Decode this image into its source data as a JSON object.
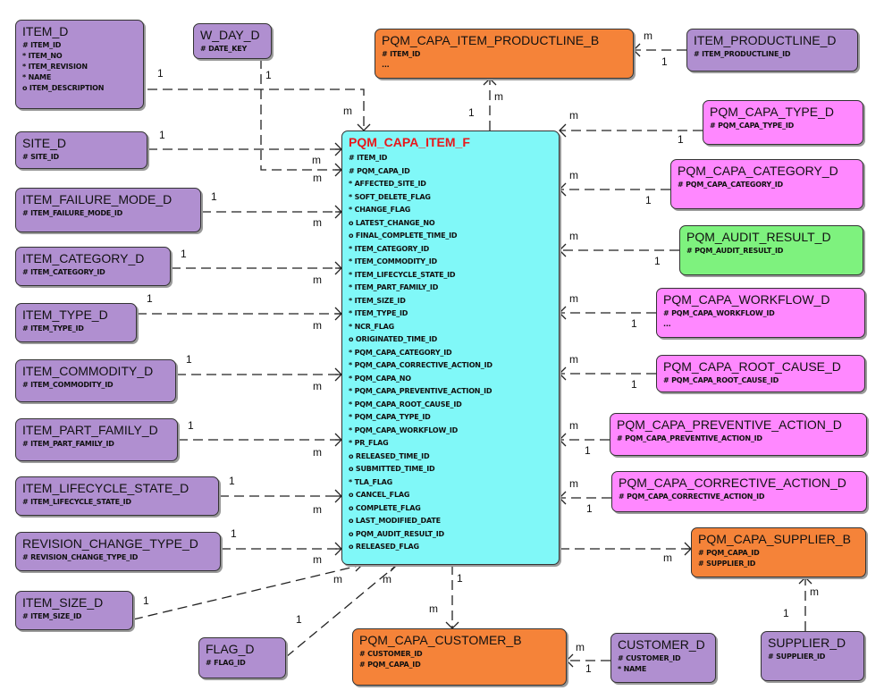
{
  "colors": {
    "dimension": "#b08fd0",
    "bridge": "#f58339",
    "hub_dimension": "#ff88ff",
    "audit_dimension": "#7ef27e",
    "fact": "#80f8f8",
    "fact_title": "#e8171b",
    "line": "#222222"
  },
  "entities": [
    {
      "id": "item_d",
      "kind": "dimension",
      "title": "ITEM_D",
      "attrs": [
        "# ITEM_ID",
        "* ITEM_NO",
        "* ITEM_REVISION",
        "* NAME",
        "o ITEM_DESCRIPTION"
      ]
    },
    {
      "id": "w_day_d",
      "kind": "dimension",
      "title": "W_DAY_D",
      "attrs": [
        "# DATE_KEY"
      ]
    },
    {
      "id": "site_d",
      "kind": "dimension",
      "title": "SITE_D",
      "attrs": [
        "# SITE_ID"
      ]
    },
    {
      "id": "item_failure_mode_d",
      "kind": "dimension",
      "title": "ITEM_FAILURE_MODE_D",
      "attrs": [
        "# ITEM_FAILURE_MODE_ID"
      ]
    },
    {
      "id": "item_category_d",
      "kind": "dimension",
      "title": "ITEM_CATEGORY_D",
      "attrs": [
        "# ITEM_CATEGORY_ID"
      ]
    },
    {
      "id": "item_type_d",
      "kind": "dimension",
      "title": "ITEM_TYPE_D",
      "attrs": [
        "# ITEM_TYPE_ID"
      ]
    },
    {
      "id": "item_commodity_d",
      "kind": "dimension",
      "title": "ITEM_COMMODITY_D",
      "attrs": [
        "# ITEM_COMMODITY_ID"
      ]
    },
    {
      "id": "item_part_family_d",
      "kind": "dimension",
      "title": "ITEM_PART_FAMILY_D",
      "attrs": [
        "# ITEM_PART_FAMILY_ID"
      ]
    },
    {
      "id": "item_lifecycle_state_d",
      "kind": "dimension",
      "title": "ITEM_LIFECYCLE_STATE_D",
      "attrs": [
        "# ITEM_LIFECYCLE_STATE_ID"
      ]
    },
    {
      "id": "revision_change_type_d",
      "kind": "dimension",
      "title": "REVISION_CHANGE_TYPE_D",
      "attrs": [
        "# REVISION_CHANGE_TYPE_ID"
      ]
    },
    {
      "id": "item_size_d",
      "kind": "dimension",
      "title": "ITEM_SIZE_D",
      "attrs": [
        "# ITEM_SIZE_ID"
      ]
    },
    {
      "id": "flag_d",
      "kind": "dimension",
      "title": "FLAG_D",
      "attrs": [
        "# FLAG_ID"
      ]
    },
    {
      "id": "pqm_capa_item_productline_b",
      "kind": "bridge",
      "title": "PQM_CAPA_ITEM_PRODUCTLINE_B",
      "attrs": [
        "# ITEM_ID",
        "..."
      ]
    },
    {
      "id": "item_productline_d",
      "kind": "dimension",
      "title": "ITEM_PRODUCTLINE_D",
      "attrs": [
        "# ITEM_PRODUCTLINE_ID"
      ]
    },
    {
      "id": "pqm_capa_type_d",
      "kind": "hub_dimension",
      "title": "PQM_CAPA_TYPE_D",
      "attrs": [
        "# PQM_CAPA_TYPE_ID"
      ]
    },
    {
      "id": "pqm_capa_category_d",
      "kind": "hub_dimension",
      "title": "PQM_CAPA_CATEGORY_D",
      "attrs": [
        "# PQM_CAPA_CATEGORY_ID"
      ]
    },
    {
      "id": "pqm_audit_result_d",
      "kind": "audit_dimension",
      "title": "PQM_AUDIT_RESULT_D",
      "attrs": [
        "# PQM_AUDIT_RESULT_ID"
      ]
    },
    {
      "id": "pqm_capa_workflow_d",
      "kind": "hub_dimension",
      "title": "PQM_CAPA_WORKFLOW_D",
      "attrs": [
        "# PQM_CAPA_WORKFLOW_ID",
        "..."
      ]
    },
    {
      "id": "pqm_capa_root_cause_d",
      "kind": "hub_dimension",
      "title": "PQM_CAPA_ROOT_CAUSE_D",
      "attrs": [
        "# PQM_CAPA_ROOT_CAUSE_ID"
      ]
    },
    {
      "id": "pqm_capa_preventive_action_d",
      "kind": "hub_dimension",
      "title": "PQM_CAPA_PREVENTIVE_ACTION_D",
      "attrs": [
        "# PQM_CAPA_PREVENTIVE_ACTION_ID"
      ]
    },
    {
      "id": "pqm_capa_corrective_action_d",
      "kind": "hub_dimension",
      "title": "PQM_CAPA_CORRECTIVE_ACTION_D",
      "attrs": [
        "# PQM_CAPA_CORRECTIVE_ACTION_ID"
      ]
    },
    {
      "id": "pqm_capa_supplier_b",
      "kind": "bridge",
      "title": "PQM_CAPA_SUPPLIER_B",
      "attrs": [
        "# PQM_CAPA_ID",
        "# SUPPLIER_ID"
      ]
    },
    {
      "id": "supplier_d",
      "kind": "dimension",
      "title": "SUPPLIER_D",
      "attrs": [
        "# SUPPLIER_ID"
      ]
    },
    {
      "id": "pqm_capa_customer_b",
      "kind": "bridge",
      "title": "PQM_CAPA_CUSTOMER_B",
      "attrs": [
        "# CUSTOMER_ID",
        "# PQM_CAPA_ID"
      ]
    },
    {
      "id": "customer_d",
      "kind": "dimension",
      "title": "CUSTOMER_D",
      "attrs": [
        "# CUSTOMER_ID",
        "* NAME"
      ]
    },
    {
      "id": "pqm_capa_item_f",
      "kind": "fact",
      "title": "PQM_CAPA_ITEM_F",
      "attrs": [
        "# ITEM_ID",
        "# PQM_CAPA_ID",
        "* AFFECTED_SITE_ID",
        "* SOFT_DELETE_FLAG",
        "* CHANGE_FLAG",
        "o LATEST_CHANGE_NO",
        "o FINAL_COMPLETE_TIME_ID",
        "* ITEM_CATEGORY_ID",
        "* ITEM_COMMODITY_ID",
        "* ITEM_LIFECYCLE_STATE_ID",
        "* ITEM_PART_FAMILY_ID",
        "* ITEM_SIZE_ID",
        "* ITEM_TYPE_ID",
        "* NCR_FLAG",
        "o ORIGINATED_TIME_ID",
        "* PQM_CAPA_CATEGORY_ID",
        "* PQM_CAPA_CORRECTIVE_ACTION_ID",
        "* PQM_CAPA_NO",
        "* PQM_CAPA_PREVENTIVE_ACTION_ID",
        "* PQM_CAPA_ROOT_CAUSE_ID",
        "* PQM_CAPA_TYPE_ID",
        "* PQM_CAPA_WORKFLOW_ID",
        "* PR_FLAG",
        "o RELEASED_TIME_ID",
        "o SUBMITTED_TIME_ID",
        "* TLA_FLAG",
        "o CANCEL_FLAG",
        "o COMPLETE_FLAG",
        "o LAST_MODIFIED_DATE",
        "o PQM_AUDIT_RESULT_ID",
        "o RELEASED_FLAG"
      ]
    }
  ],
  "relationships": [
    {
      "from": "item_d",
      "to": "pqm_capa_item_f",
      "one": "1",
      "many": "m"
    },
    {
      "from": "w_day_d",
      "to": "pqm_capa_item_f",
      "one": "1",
      "many": "m"
    },
    {
      "from": "site_d",
      "to": "pqm_capa_item_f",
      "one": "1",
      "many": "m"
    },
    {
      "from": "item_failure_mode_d",
      "to": "pqm_capa_item_f",
      "one": "1",
      "many": "m"
    },
    {
      "from": "item_category_d",
      "to": "pqm_capa_item_f",
      "one": "1",
      "many": "m"
    },
    {
      "from": "item_type_d",
      "to": "pqm_capa_item_f",
      "one": "1",
      "many": "m"
    },
    {
      "from": "item_commodity_d",
      "to": "pqm_capa_item_f",
      "one": "1",
      "many": "m"
    },
    {
      "from": "item_part_family_d",
      "to": "pqm_capa_item_f",
      "one": "1",
      "many": "m"
    },
    {
      "from": "item_lifecycle_state_d",
      "to": "pqm_capa_item_f",
      "one": "1",
      "many": "m"
    },
    {
      "from": "revision_change_type_d",
      "to": "pqm_capa_item_f",
      "one": "1",
      "many": "m"
    },
    {
      "from": "item_size_d",
      "to": "pqm_capa_item_f",
      "one": "1",
      "many": "m"
    },
    {
      "from": "flag_d",
      "to": "pqm_capa_item_f",
      "one": "1",
      "many": "m"
    },
    {
      "from": "pqm_capa_item_f",
      "to": "pqm_capa_item_productline_b",
      "one": "1",
      "many": "m"
    },
    {
      "from": "item_productline_d",
      "to": "pqm_capa_item_productline_b",
      "one": "1",
      "many": "m"
    },
    {
      "from": "pqm_capa_type_d",
      "to": "pqm_capa_item_f",
      "one": "1",
      "many": "m"
    },
    {
      "from": "pqm_capa_category_d",
      "to": "pqm_capa_item_f",
      "one": "1",
      "many": "m"
    },
    {
      "from": "pqm_audit_result_d",
      "to": "pqm_capa_item_f",
      "one": "1",
      "many": "m"
    },
    {
      "from": "pqm_capa_workflow_d",
      "to": "pqm_capa_item_f",
      "one": "1",
      "many": "m"
    },
    {
      "from": "pqm_capa_root_cause_d",
      "to": "pqm_capa_item_f",
      "one": "1",
      "many": "m"
    },
    {
      "from": "pqm_capa_preventive_action_d",
      "to": "pqm_capa_item_f",
      "one": "1",
      "many": "m"
    },
    {
      "from": "pqm_capa_corrective_action_d",
      "to": "pqm_capa_item_f",
      "one": "1",
      "many": "m"
    },
    {
      "from": "pqm_capa_item_f",
      "to": "pqm_capa_supplier_b",
      "one": "",
      "many": "m"
    },
    {
      "from": "supplier_d",
      "to": "pqm_capa_supplier_b",
      "one": "1",
      "many": "m"
    },
    {
      "from": "pqm_capa_item_f",
      "to": "pqm_capa_customer_b",
      "one": "1",
      "many": "m"
    },
    {
      "from": "customer_d",
      "to": "pqm_capa_customer_b",
      "one": "1",
      "many": "m"
    }
  ]
}
